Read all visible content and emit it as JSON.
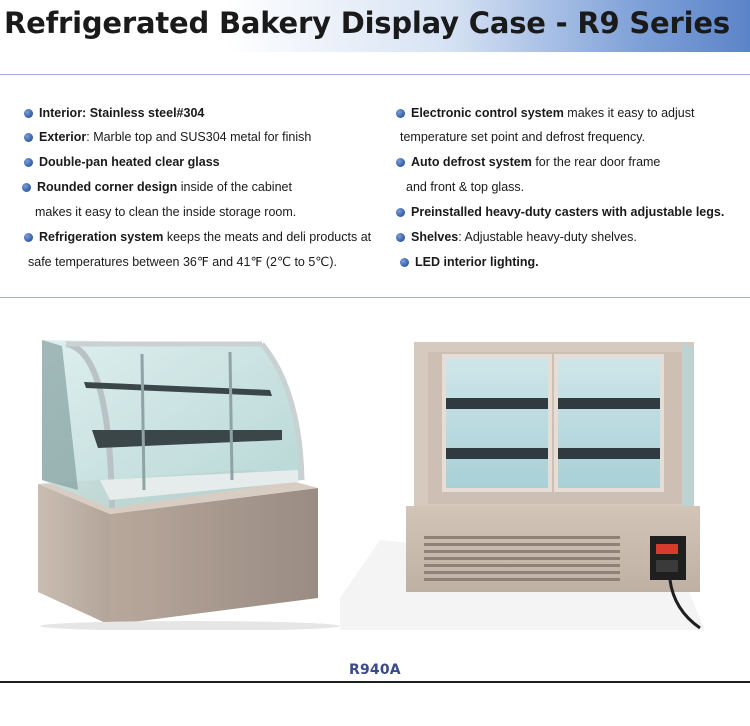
{
  "header": {
    "title": "Refrigerated Bakery Display Case - R9 Series"
  },
  "features_left": [
    {
      "bold": "Interior: Stainless steel#304",
      "text": ""
    },
    {
      "bold": "Exterior",
      "text": ":  Marble top and SUS304 metal for finish"
    },
    {
      "bold": "Double-pan heated clear glass",
      "text": ""
    },
    {
      "bold": "Rounded corner design",
      "text": " inside of the cabinet"
    },
    {
      "bold": "",
      "text": "makes it easy to clean the inside storage room."
    },
    {
      "bold": "Refrigeration system",
      "text": " keeps the meats and deli products at"
    },
    {
      "bold": "",
      "text": "safe temperatures between 36℉  and 41℉ (2℃ to 5℃)."
    }
  ],
  "features_right": [
    {
      "bold": "Electronic control system",
      "text": " makes it easy to adjust"
    },
    {
      "bold": "",
      "text": "temperature set point and defrost frequency."
    },
    {
      "bold": "Auto defrost system",
      "text": " for the rear door frame"
    },
    {
      "bold": "",
      "text": "and front & top glass."
    },
    {
      "bold": "Preinstalled heavy-duty casters with adjustable legs.",
      "text": ""
    },
    {
      "bold": "Shelves",
      "text": ": Adjustable heavy-duty shelves."
    },
    {
      "bold": "LED interior lighting.",
      "text": ""
    }
  ],
  "product": {
    "model": "R940A"
  },
  "colors": {
    "bullet": "#2f5aa8",
    "title_gradient_end": "#5b84c8",
    "model_text": "#3a4a8a"
  }
}
